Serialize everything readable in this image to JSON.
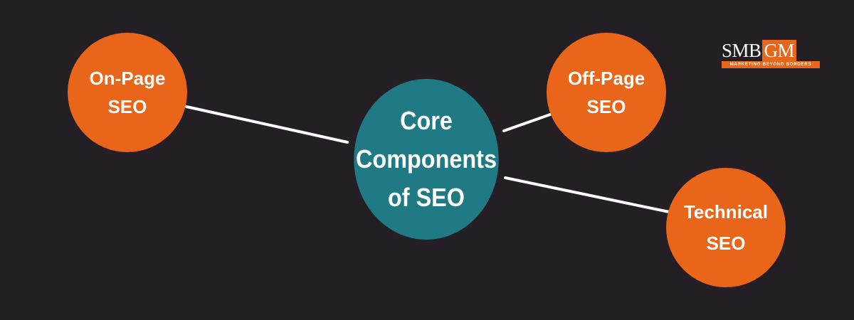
{
  "diagram": {
    "center": {
      "label": "Core\nComponents\nof SEO",
      "color": "#1f7a83"
    },
    "nodes": [
      {
        "id": "on-page",
        "label": "On-Page\nSEO",
        "color": "#e8651a"
      },
      {
        "id": "off-page",
        "label": "Off-Page\nSEO",
        "color": "#e8651a"
      },
      {
        "id": "technical",
        "label": "Technical\nSEO",
        "color": "#e8651a"
      }
    ],
    "connector_color": "#ffffff"
  },
  "logo": {
    "wordmark_a": "SMB",
    "wordmark_b": "GM",
    "tagline": "MARKETING BEYOND BORDERS",
    "accent_color": "#e8661c"
  },
  "colors": {
    "background": "#241f24"
  }
}
